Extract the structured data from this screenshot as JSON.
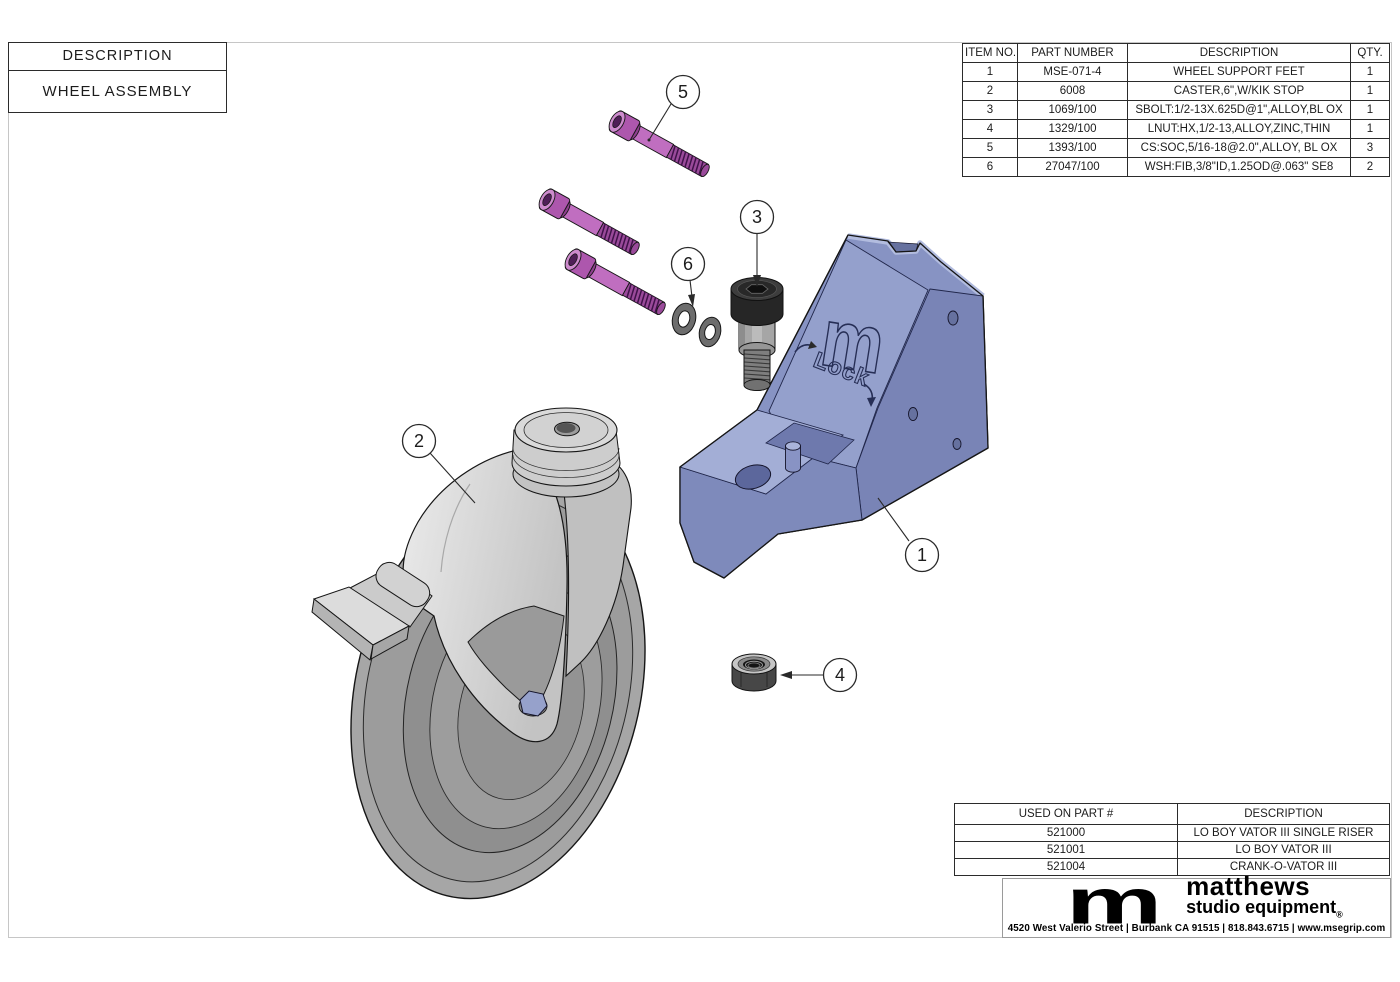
{
  "title_block": {
    "label": "DESCRIPTION",
    "value": "WHEEL ASSEMBLY"
  },
  "parts_table": {
    "headers": [
      "ITEM NO.",
      "PART NUMBER",
      "DESCRIPTION",
      "QTY."
    ],
    "rows": [
      [
        "1",
        "MSE-071-4",
        "WHEEL SUPPORT FEET",
        "1"
      ],
      [
        "2",
        "6008",
        "CASTER,6\",W/KIK STOP",
        "1"
      ],
      [
        "3",
        "1069/100",
        "SBOLT:1/2-13X.625D@1\",ALLOY,BL OX",
        "1"
      ],
      [
        "4",
        "1329/100",
        "LNUT:HX,1/2-13,ALLOY,ZINC,THIN",
        "1"
      ],
      [
        "5",
        "1393/100",
        "CS:SOC,5/16-18@2.0\",ALLOY, BL OX",
        "3"
      ],
      [
        "6",
        "27047/100",
        "WSH:FIB,3/8\"ID,1.25OD@.063\" SE8",
        "2"
      ]
    ]
  },
  "used_on_table": {
    "headers": [
      "USED ON PART #",
      "DESCRIPTION"
    ],
    "rows": [
      [
        "521000",
        "LO BOY VATOR III SINGLE RISER"
      ],
      [
        "521001",
        "LO BOY VATOR III"
      ],
      [
        "521004",
        "CRANK-O-VATOR III"
      ]
    ]
  },
  "balloon_numbers": [
    "1",
    "2",
    "3",
    "4",
    "5",
    "6"
  ],
  "drawing_labels": {
    "bracket_logo": "m",
    "lock_label": "Lock"
  },
  "logo": {
    "mark": "m",
    "name": "matthews",
    "subtitle": "studio equipment",
    "registered": "®",
    "address": "4520 West Valerio Street   |   Burbank CA 91515   |   818.843.6715   |   www.msegrip.com"
  },
  "colors": {
    "bolt_purple": "#c06ec0",
    "bolt_thread": "#9a4a9a",
    "bolt_head": "#ad57ad",
    "bracket_blue": "#8793c3",
    "bracket_blue_light": "#a3aed6",
    "bracket_blue_dark": "#7984b6",
    "caster_gray": "#d6d6d6",
    "tire_gray": "#a6a6a6",
    "hardware_dark": "#474747"
  }
}
